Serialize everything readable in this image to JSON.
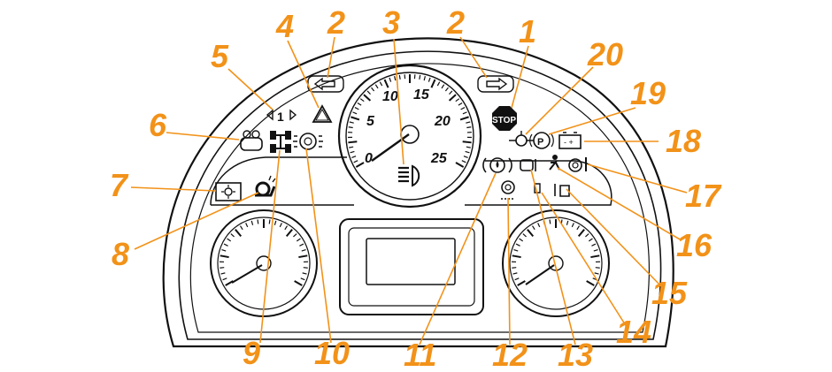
{
  "callouts": {
    "c1": "1",
    "c2a": "2",
    "c2b": "2",
    "c3": "3",
    "c4": "4",
    "c5": "5",
    "c6": "6",
    "c7": "7",
    "c8": "8",
    "c9": "9",
    "c10": "10",
    "c11": "11",
    "c12": "12",
    "c13": "13",
    "c14": "14",
    "c15": "15",
    "c16": "16",
    "c17": "17",
    "c18": "18",
    "c19": "19",
    "c20": "20"
  },
  "speedometer": {
    "ticks": {
      "t0": "0",
      "t5": "5",
      "t10": "10",
      "t15": "15",
      "t20": "20",
      "t25": "25"
    }
  },
  "icons": {
    "stop_text": "STOP",
    "parking_text": "P",
    "diff_lock_text": "1",
    "triangle_text": "!",
    "battery_text": "- +"
  },
  "colors": {
    "callout": "#f29219",
    "line": "#111111"
  }
}
